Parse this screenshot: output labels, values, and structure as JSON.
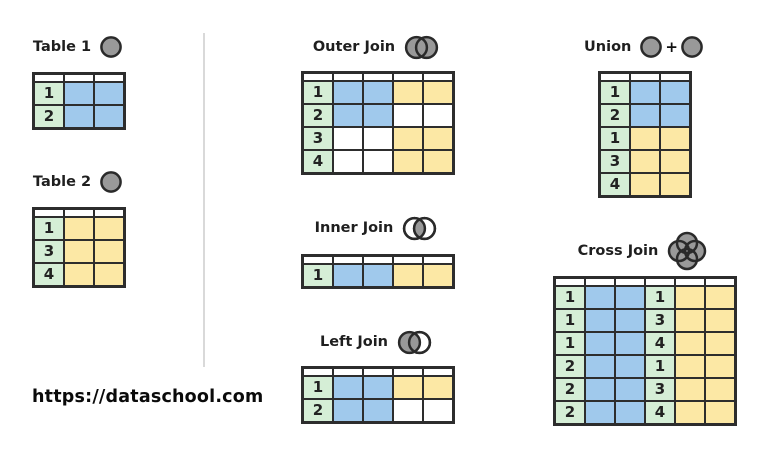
{
  "page": {
    "background": "#ffffff"
  },
  "colors": {
    "key_green": "#d5eed6",
    "table1_blue": "#a0c9ec",
    "table2_yellow": "#fce8a5",
    "empty_white": "#ffffff",
    "grid_border": "#2d2d2d",
    "icon_gray": "#999999",
    "icon_outline": "#2a2a2a",
    "divider_gray": "#d9d9d9",
    "text_dark": "#1f1f1f"
  },
  "footer": {
    "url_text": "https://dataschool.com"
  },
  "sections": {
    "table1": {
      "label": "Table 1",
      "icon": "gray-circle-icon",
      "grid": {
        "cols": 3,
        "rows": [
          [
            "key:1",
            "blue",
            "blue"
          ],
          [
            "key:2",
            "blue",
            "blue"
          ]
        ]
      }
    },
    "table2": {
      "label": "Table 2",
      "icon": "gray-circle-icon",
      "grid": {
        "cols": 3,
        "rows": [
          [
            "key:1",
            "yellow",
            "yellow"
          ],
          [
            "key:3",
            "yellow",
            "yellow"
          ],
          [
            "key:4",
            "yellow",
            "yellow"
          ]
        ]
      }
    },
    "outer_join": {
      "label": "Outer Join",
      "icon": "venn-both-filled-icon",
      "grid": {
        "cols": 5,
        "rows": [
          [
            "key:1",
            "blue",
            "blue",
            "yellow",
            "yellow"
          ],
          [
            "key:2",
            "blue",
            "blue",
            "empty",
            "empty"
          ],
          [
            "key:3",
            "empty",
            "empty",
            "yellow",
            "yellow"
          ],
          [
            "key:4",
            "empty",
            "empty",
            "yellow",
            "yellow"
          ]
        ]
      }
    },
    "inner_join": {
      "label": "Inner Join",
      "icon": "venn-intersection-filled-icon",
      "grid": {
        "cols": 5,
        "rows": [
          [
            "key:1",
            "blue",
            "blue",
            "yellow",
            "yellow"
          ]
        ]
      }
    },
    "left_join": {
      "label": "Left Join",
      "icon": "venn-left-filled-icon",
      "grid": {
        "cols": 5,
        "rows": [
          [
            "key:1",
            "blue",
            "blue",
            "yellow",
            "yellow"
          ],
          [
            "key:2",
            "blue",
            "blue",
            "empty",
            "empty"
          ]
        ]
      }
    },
    "union": {
      "label": "Union",
      "icon": "two-circles-plus-icon",
      "plus_sign": "+",
      "grid": {
        "cols": 3,
        "rows": [
          [
            "key:1",
            "blue",
            "blue"
          ],
          [
            "key:2",
            "blue",
            "blue"
          ],
          [
            "key:1",
            "yellow",
            "yellow"
          ],
          [
            "key:3",
            "yellow",
            "yellow"
          ],
          [
            "key:4",
            "yellow",
            "yellow"
          ]
        ]
      }
    },
    "cross_join": {
      "label": "Cross Join",
      "icon": "four-circle-clover-icon",
      "grid": {
        "cols": 6,
        "rows": [
          [
            "key:1",
            "blue",
            "blue",
            "key:1",
            "yellow",
            "yellow"
          ],
          [
            "key:1",
            "blue",
            "blue",
            "key:3",
            "yellow",
            "yellow"
          ],
          [
            "key:1",
            "blue",
            "blue",
            "key:4",
            "yellow",
            "yellow"
          ],
          [
            "key:2",
            "blue",
            "blue",
            "key:1",
            "yellow",
            "yellow"
          ],
          [
            "key:2",
            "blue",
            "blue",
            "key:3",
            "yellow",
            "yellow"
          ],
          [
            "key:2",
            "blue",
            "blue",
            "key:4",
            "yellow",
            "yellow"
          ]
        ]
      }
    }
  }
}
